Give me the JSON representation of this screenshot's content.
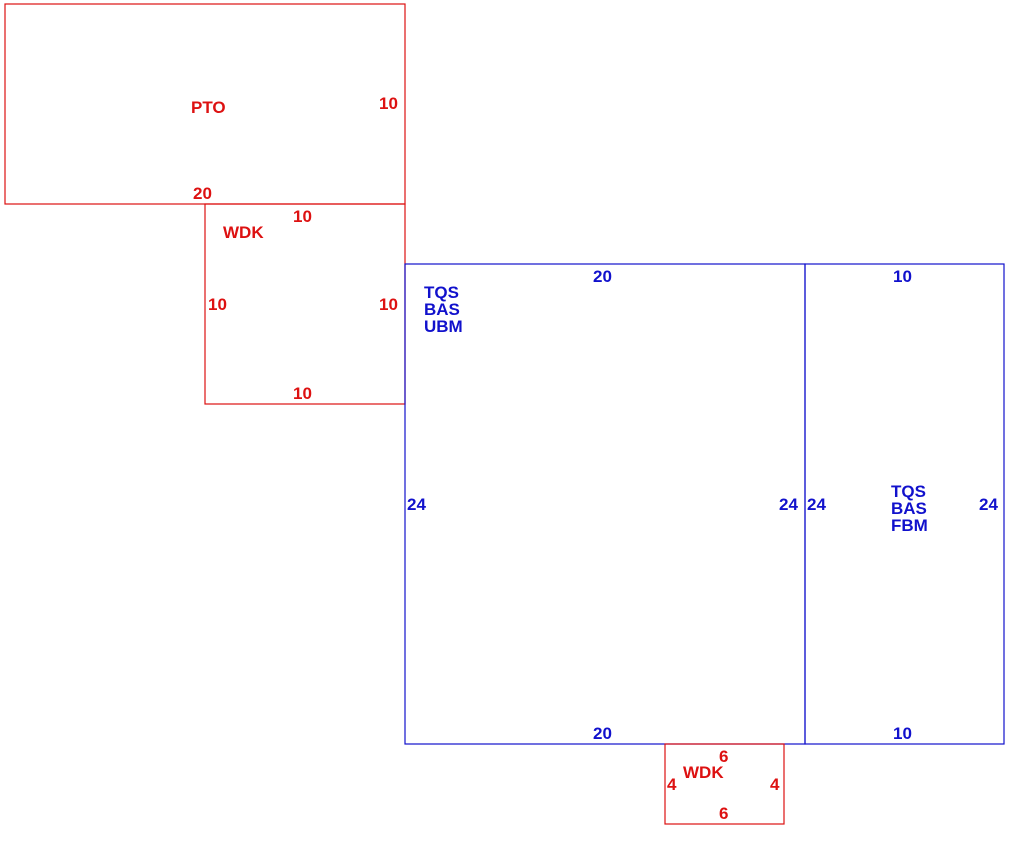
{
  "colors": {
    "red": "#dd1111",
    "blue": "#1111cc"
  },
  "areas": {
    "pto": {
      "code": "PTO",
      "side_right": "10",
      "side_bottom": "20"
    },
    "wdk_top": {
      "code": "WDK",
      "side_top": "10",
      "side_left": "10",
      "side_right": "10",
      "side_bottom": "10"
    },
    "main_left": {
      "codes": [
        "TQS",
        "BAS",
        "UBM"
      ],
      "side_top": "20",
      "side_left": "24",
      "side_right": "24",
      "side_bottom": "20"
    },
    "main_right": {
      "codes": [
        "TQS",
        "BAS",
        "FBM"
      ],
      "side_top": "10",
      "side_left": "24",
      "side_right": "24",
      "side_bottom": "10"
    },
    "wdk_bottom": {
      "code": "WDK",
      "side_top": "6",
      "side_left": "4",
      "side_right": "4",
      "side_bottom": "6"
    }
  }
}
